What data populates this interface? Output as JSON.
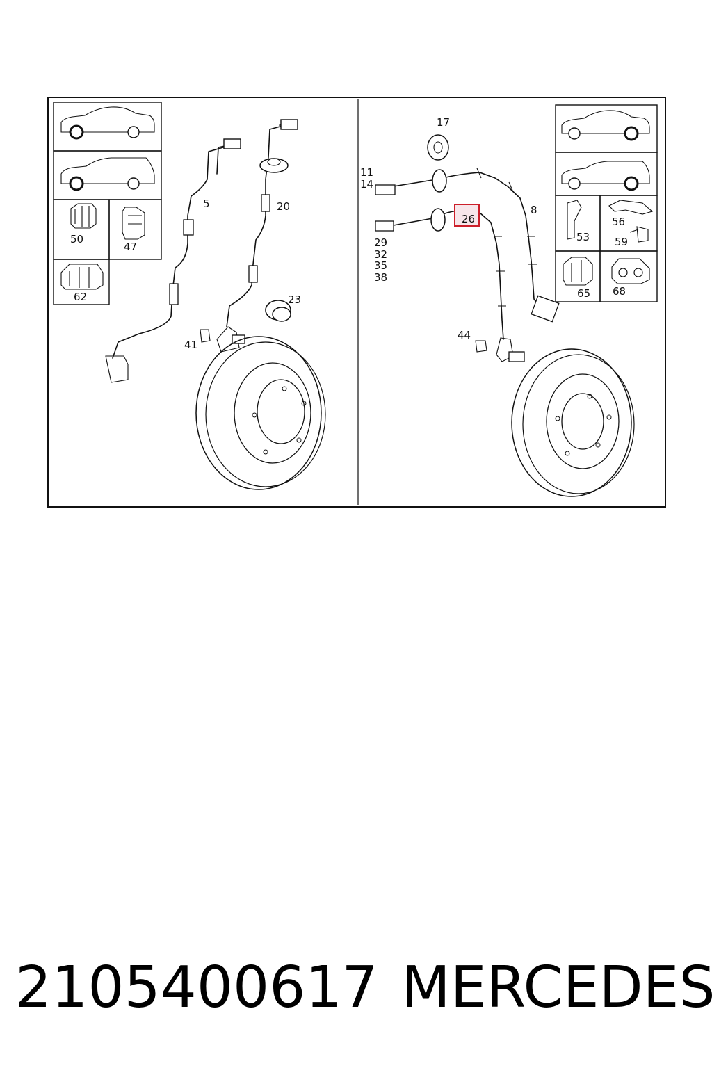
{
  "diagram": {
    "callouts": {
      "left": {
        "c5": "5",
        "c20": "20",
        "c23": "23",
        "c41": "41"
      },
      "right": {
        "c17": "17",
        "c11": "11",
        "c14": "14",
        "c8": "8",
        "c26": "26",
        "c29": "29",
        "c32": "32",
        "c35": "35",
        "c38": "38",
        "c44": "44"
      },
      "left_variants": {
        "c50": "50",
        "c47": "47",
        "c62": "62"
      },
      "right_variants": {
        "c53": "53",
        "c56": "56",
        "c59": "59",
        "c65": "65",
        "c68": "68"
      }
    },
    "highlighted_callout": "26",
    "highlight_color": "#cc1f2a"
  },
  "footer": {
    "part_number": "2105400617",
    "brand": "MERCEDES"
  }
}
